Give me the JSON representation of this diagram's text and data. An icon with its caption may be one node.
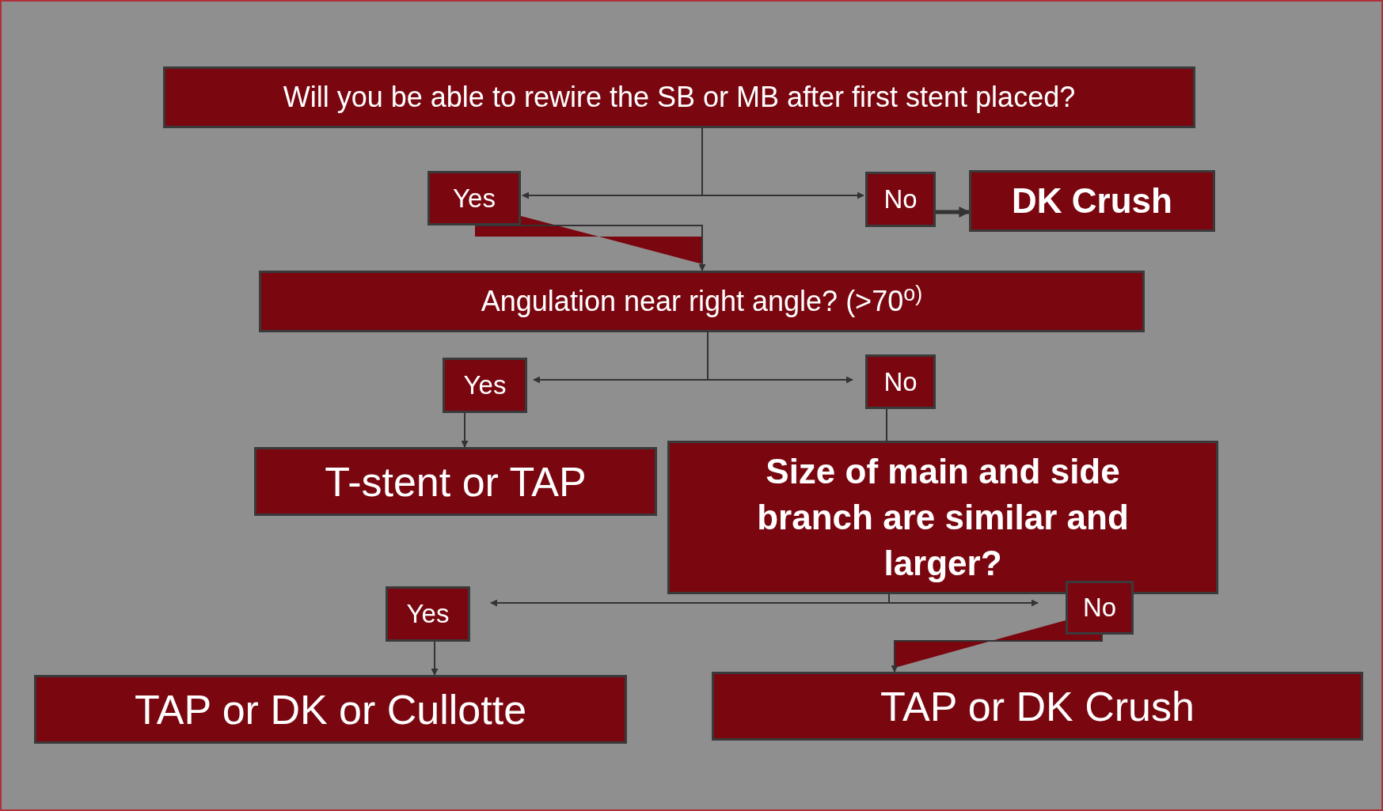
{
  "diagram": {
    "nodes": [
      {
        "text": [
          "Will you be able to rewire the SB or MB after first stent placed?"
        ]
      },
      {
        "text": [
          "Yes"
        ]
      },
      {
        "text": [
          "No"
        ]
      },
      {
        "text": [
          "DK Crush"
        ]
      },
      {
        "text": [
          "Angulation near right angle? (>70$^{o)}$"
        ]
      },
      {
        "text": [
          "Yes"
        ]
      },
      {
        "text": [
          "No"
        ]
      },
      {
        "text": [
          "T-stent or TAP"
        ]
      },
      {
        "text": [
          "Size of main and side branch are similar and larger?"
        ]
      },
      {
        "text": [
          "Yes"
        ]
      },
      {
        "text": [
          "No"
        ]
      },
      {
        "text": [
          "TAP or DK or Cullotte"
        ]
      },
      {
        "text": [
          "TAP or DK Crush"
        ]
      }
    ],
    "edges": [
      {
        "from": 0,
        "to": 1,
        "arrow": "to"
      },
      {
        "from": 0,
        "to": 2,
        "arrow": "to"
      },
      {
        "from": 2,
        "to": 3,
        "arrow": "to",
        "style": "thick"
      },
      {
        "from": 1,
        "to": 4,
        "arrow": "to"
      },
      {
        "from": 4,
        "to": 5,
        "arrow": "to"
      },
      {
        "from": 4,
        "to": 6,
        "arrow": "to"
      },
      {
        "from": 5,
        "to": 7,
        "arrow": "to"
      },
      {
        "from": 6,
        "to": 8,
        "arrow": "none"
      },
      {
        "from": 8,
        "to": 9,
        "arrow": "to"
      },
      {
        "from": 8,
        "to": 10,
        "arrow": "to"
      },
      {
        "from": 9,
        "to": 11,
        "arrow": "to"
      },
      {
        "from": 10,
        "to": 12,
        "arrow": "to"
      }
    ]
  }
}
